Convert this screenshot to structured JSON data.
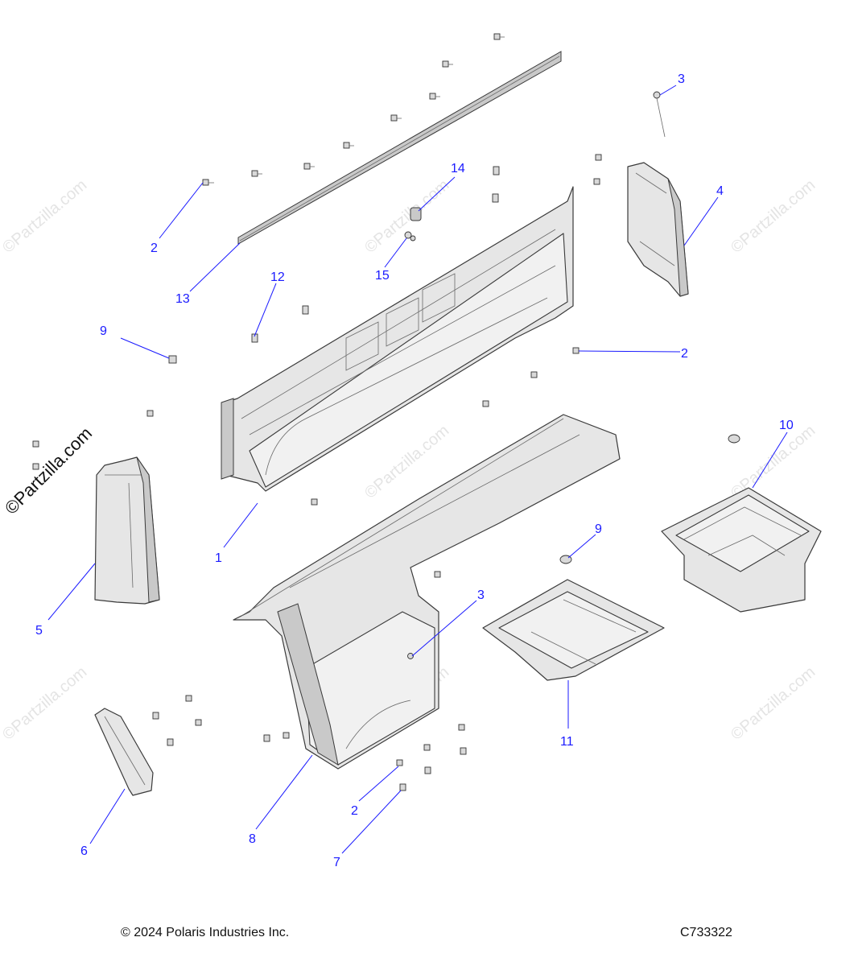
{
  "watermark": "©Partzilla.com",
  "side_watermark": "©Partzilla.com",
  "footer": {
    "copyright": "© 2024 Polaris Industries Inc.",
    "diagram_code": "C733322"
  },
  "callouts": {
    "c1": "1",
    "c2a": "2",
    "c2b": "2",
    "c2c": "2",
    "c3a": "3",
    "c3b": "3",
    "c4": "4",
    "c5": "5",
    "c6": "6",
    "c7": "7",
    "c8": "8",
    "c9a": "9",
    "c9b": "9",
    "c10": "10",
    "c11": "11",
    "c12": "12",
    "c13": "13",
    "c14": "14",
    "c15": "15"
  },
  "colors": {
    "callout": "#1a1aff",
    "line": "#3a3a3a",
    "fill": "#e6e6e6"
  }
}
